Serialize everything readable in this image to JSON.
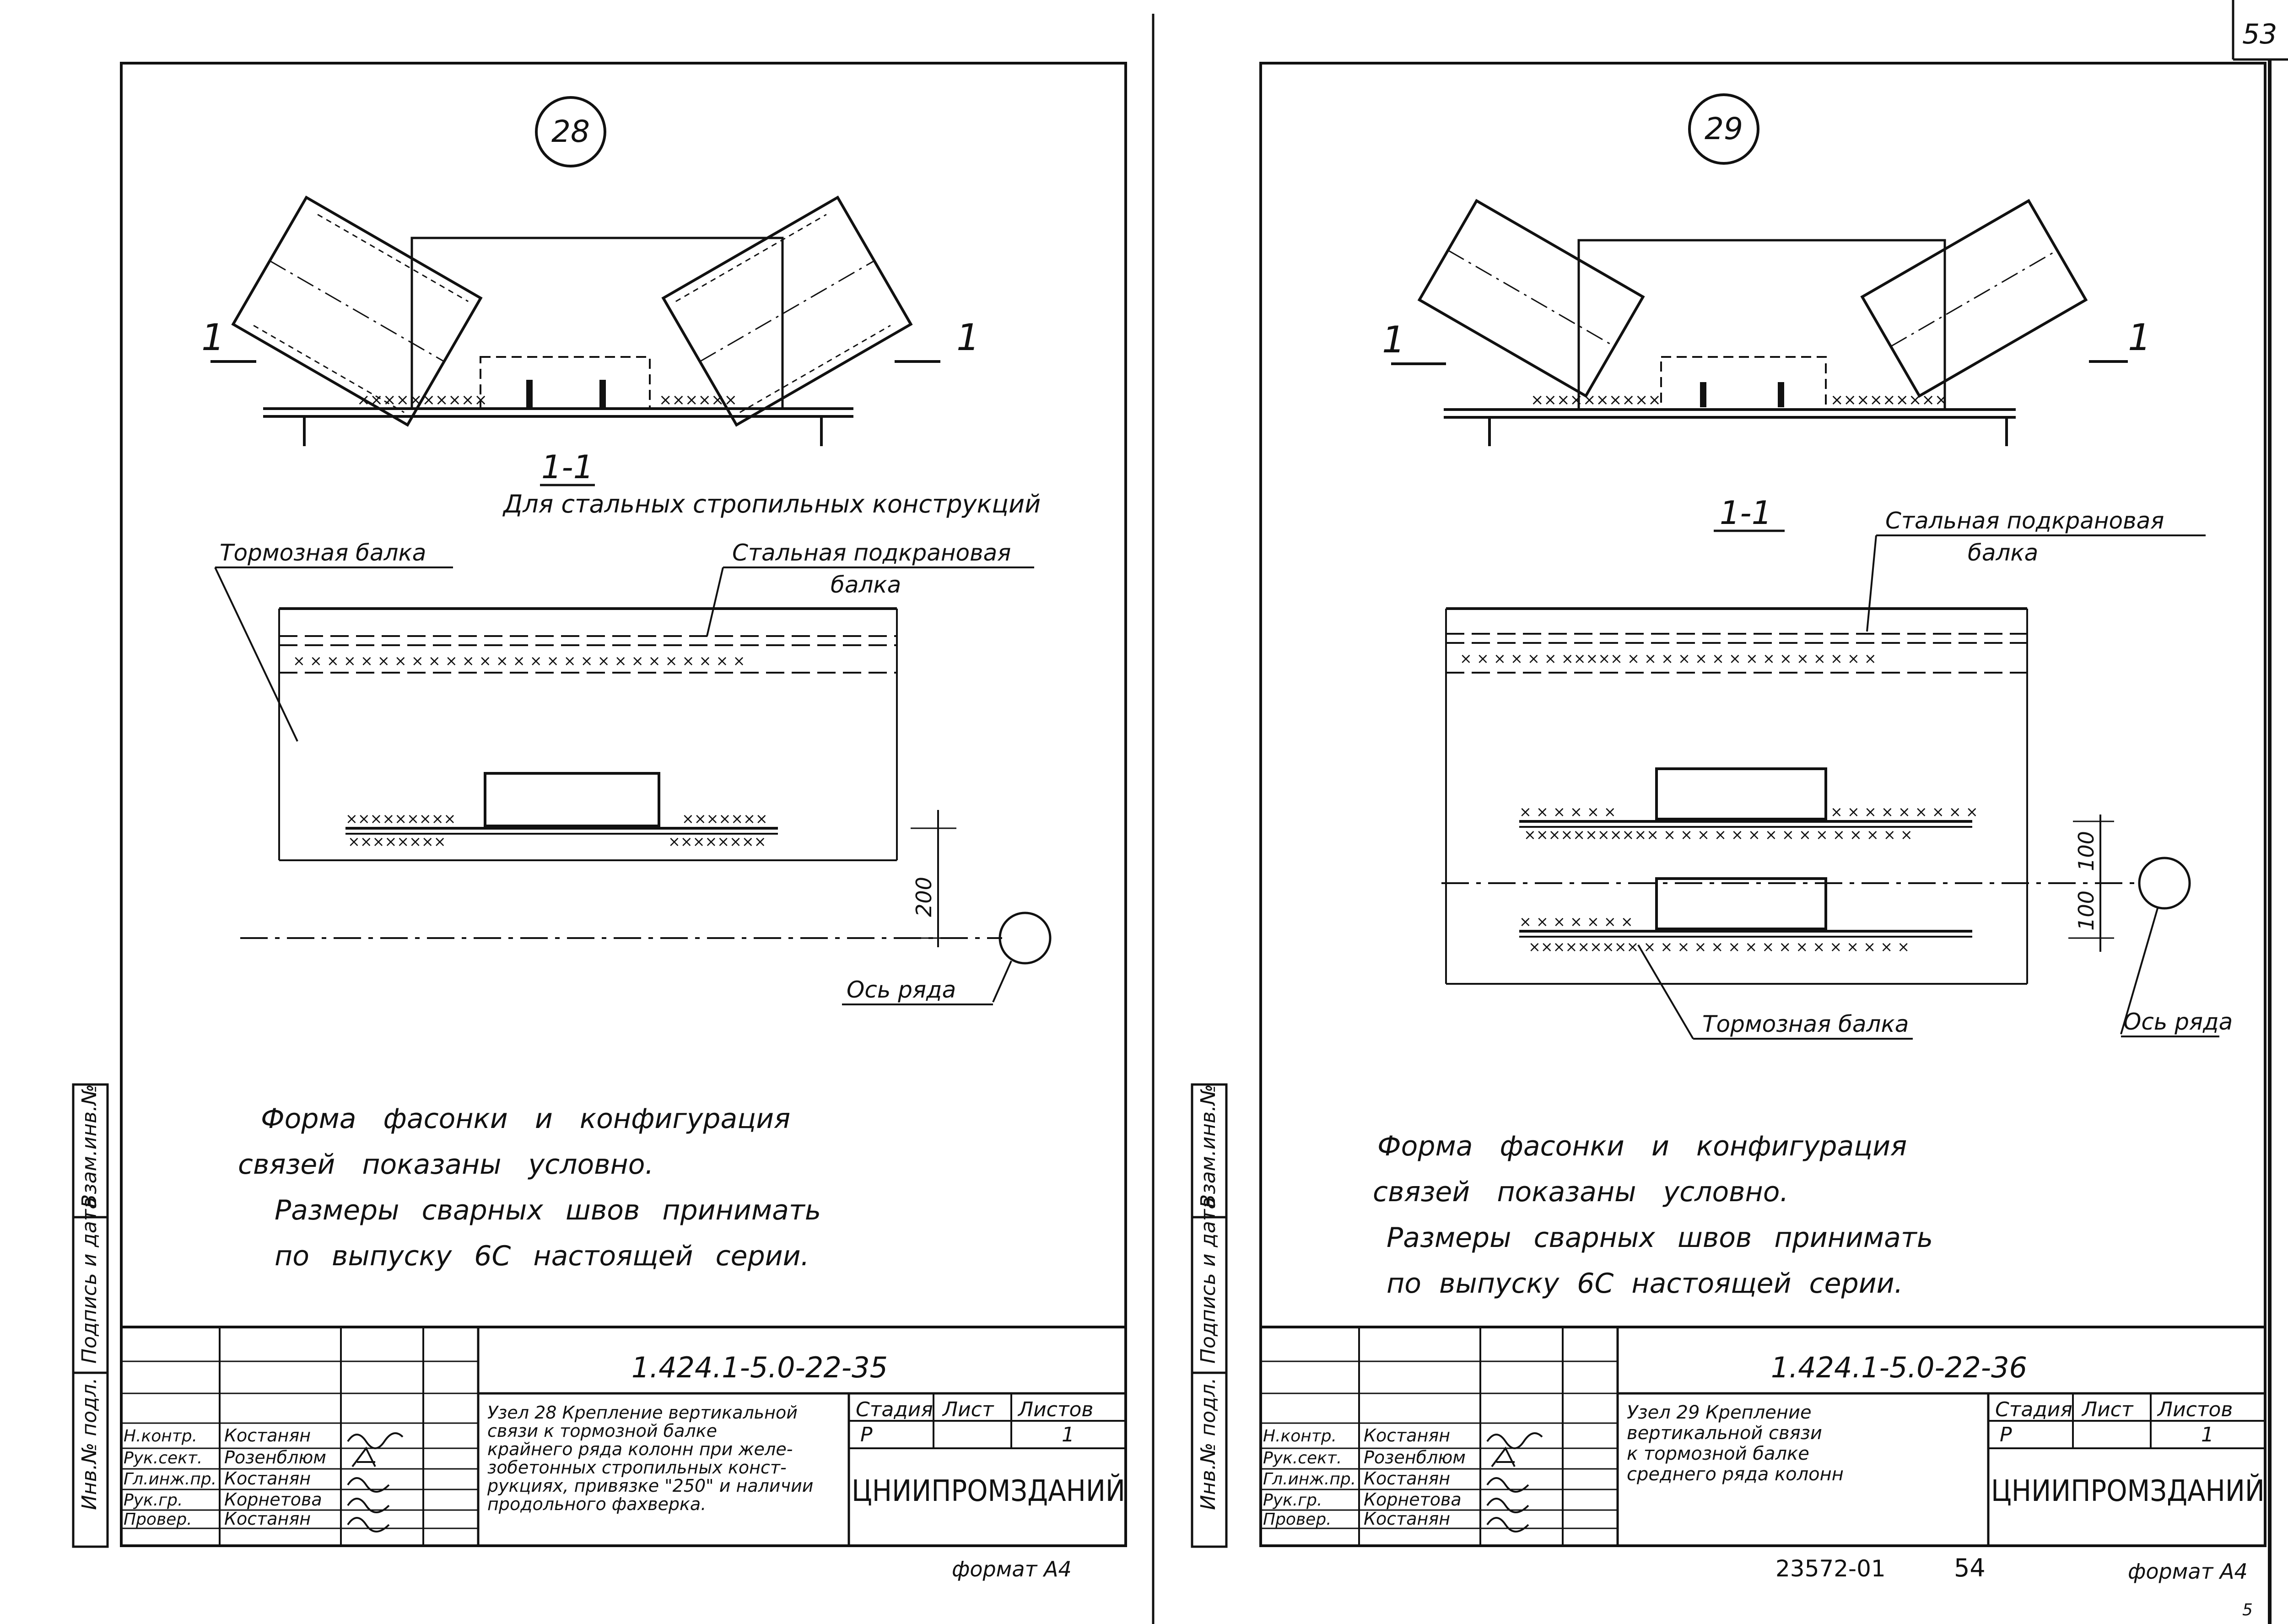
{
  "page_number": "53",
  "bottom_code": "23572-01",
  "bottom_page": "54",
  "bottom_mark": "5",
  "left_sheet": {
    "node_number": "28",
    "section_mark": "1",
    "section_label": "1-1",
    "subtitle": "Для стальных стропильных конструкций",
    "label_brake_beam": "Тормозная балка",
    "label_crane_beam_1": "Стальная подкрановая",
    "label_crane_beam_2": "балка",
    "dim_200": "200",
    "axis_label": "Ось ряда",
    "note_lines": [
      "Форма фасонки и конфигурация",
      "связей показаны условно.",
      "Размеры сварных швов принимать",
      "по выпуску 6С настоящей серии."
    ],
    "designation": "1.424.1-5.0-22-35",
    "title_lines": [
      "Узел 28 Крепление вертикальной",
      "связи к тормозной балке",
      "крайнего ряда колонн при желе-",
      "зобетонных стропильных конст-",
      "рукциях, привязке \"250\" и наличии",
      "продольного фахверка."
    ],
    "stage_header": "Стадия",
    "sheet_header": "Лист",
    "sheets_header": "Листов",
    "stage_value": "Р",
    "sheet_value": "",
    "sheets_value": "1",
    "organization": "ЦНИИПРОМЗДАНИЙ",
    "format": "формат А4",
    "roles": [
      "Н.контр.",
      "Рук.сект.",
      "Гл.инж.пр.",
      "Рук.гр.",
      "Провер."
    ],
    "names": [
      "Костанян",
      "Розенблюм",
      "Костанян",
      "Корнетова",
      "Костанян"
    ],
    "side_stamp": [
      "Инв.№ подл.",
      "Подпись и дата",
      "Взам.инв.№"
    ]
  },
  "right_sheet": {
    "node_number": "29",
    "section_mark": "1",
    "section_label": "1-1",
    "label_crane_beam_1": "Стальная подкрановая",
    "label_crane_beam_2": "балка",
    "label_brake_beam": "Тормозная балка",
    "dim_100a": "100",
    "dim_100b": "100",
    "axis_label": "Ось ряда",
    "note_lines": [
      "Форма фасонки и конфигурация",
      "связей показаны условно.",
      "Размеры сварных швов принимать",
      "по выпуску 6С настоящей серии."
    ],
    "designation": "1.424.1-5.0-22-36",
    "title_lines": [
      "Узел 29 Крепление",
      "вертикальной связи",
      "к тормозной балке",
      "среднего ряда колонн"
    ],
    "stage_header": "Стадия",
    "sheet_header": "Лист",
    "sheets_header": "Листов",
    "stage_value": "Р",
    "sheet_value": "",
    "sheets_value": "1",
    "organization": "ЦНИИПРОМЗДАНИЙ",
    "format": "формат А4",
    "roles": [
      "Н.контр.",
      "Рук.сект.",
      "Гл.инж.пр.",
      "Рук.гр.",
      "Провер."
    ],
    "names": [
      "Костанян",
      "Розенблюм",
      "Костанян",
      "Корнетова",
      "Костанян"
    ],
    "side_stamp": [
      "Инв.№ подл.",
      "Подпись и дата",
      "Взам.инв.№"
    ]
  }
}
